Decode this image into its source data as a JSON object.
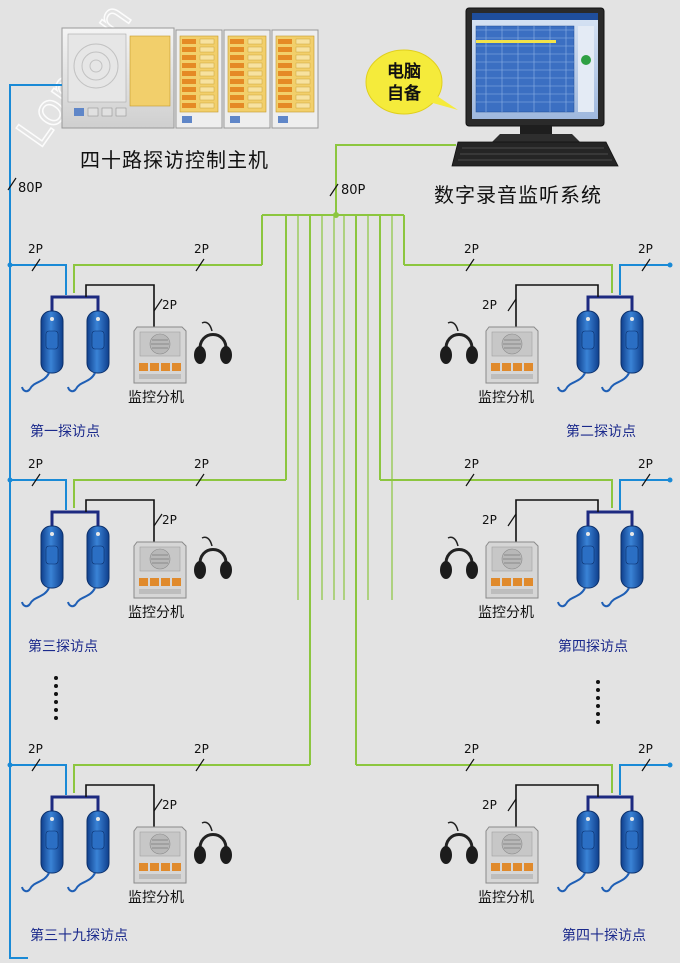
{
  "host": {
    "title": "四十路探访控制主机"
  },
  "pc": {
    "title": "数字录音监听系统",
    "badge_line1": "电脑",
    "badge_line2": "自备"
  },
  "cable": {
    "main_80p": "80P",
    "trunk_80p": "80P",
    "pair_2p": "2P"
  },
  "station_label": "监控分机",
  "points": {
    "p1": "第一探访点",
    "p2": "第二探访点",
    "p3": "第三探访点",
    "p4": "第四探访点",
    "p39": "第三十九探访点",
    "p40": "第四十探访点"
  },
  "colors": {
    "green_wire": "#8cc63f",
    "blue_wire": "#1a8ad6",
    "black_wire": "#111111",
    "phone_blue": "#1f5fb5",
    "point_label": "#1b2a8c"
  }
}
